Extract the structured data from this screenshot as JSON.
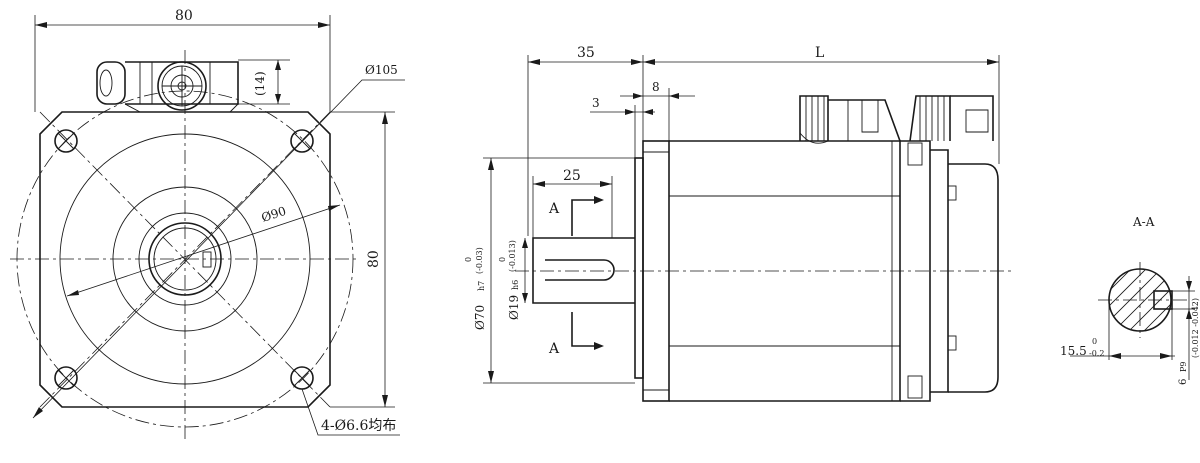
{
  "front_view": {
    "width_dim": "80",
    "height_dim": "80",
    "connector_dim": "(14)",
    "bolt_circle_dim": "Ø105",
    "spigot_dim": "Ø90",
    "holes_note": "4-Ø6.6均布"
  },
  "side_view": {
    "flange_offset_dim": "35",
    "length_dim": "L",
    "spigot_depth_dim": "3",
    "flange_thickness_dim": "8",
    "key_length_dim": "25",
    "section_marker": "A",
    "spigot_diameter": "Ø70",
    "spigot_fit": "h7",
    "spigot_tol_upper": "0",
    "spigot_tol_lower": "(-0.03)",
    "shaft_diameter": "Ø19",
    "shaft_fit": "h6",
    "shaft_tol_upper": "0",
    "shaft_tol_lower": "(-0.013)"
  },
  "section_view": {
    "title": "A-A",
    "flat_dim": "15.5",
    "flat_tol_upper": "0",
    "flat_tol_lower": "-0.2",
    "key_width_dim": "6",
    "key_fit": "P9",
    "key_tol": "(-0.012 -0.042)"
  }
}
